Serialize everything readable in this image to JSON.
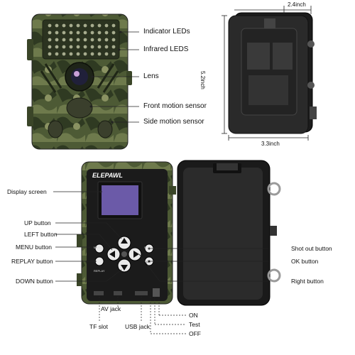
{
  "camera_top": {
    "labels": {
      "indicator_leds": "Indicator LEDs",
      "infrared_leds": "Infrared LEDS",
      "lens": "Lens",
      "front_motion_sensor": "Front motion sensor",
      "side_motion_sensor": "Side motion sensor"
    }
  },
  "dimensions": {
    "depth": "2.4inch",
    "height": "5.2inch",
    "width": "3.3inch"
  },
  "camera_open": {
    "brand": "ELEPAWL",
    "labels_left": {
      "display_screen": "Display screen",
      "up_button": "UP button",
      "left_button": "LEFT button",
      "menu_button": "MENU button",
      "replay_button": "REPLAY button",
      "down_button": "DOWN button"
    },
    "labels_bottom": {
      "av_jack": "AV jack",
      "tf_slot": "TF slot",
      "usb_jack": "USB jack"
    },
    "switch_labels": {
      "on": "ON",
      "test": "Test",
      "off": "OFF"
    },
    "labels_right": {
      "shot_out_button": "Shot out button",
      "ok_button": "OK button",
      "right_button": "Right button"
    },
    "keypad": {
      "menu": "MENU",
      "replay": "REPLAY",
      "shot": "SHOT",
      "ok": "OK"
    }
  },
  "colors": {
    "camo_dark": "#2f3a22",
    "camo_mid": "#4d5a35",
    "camo_light": "#7a8457",
    "body_black": "#1a1a1a",
    "screen": "#6b5aa8"
  }
}
